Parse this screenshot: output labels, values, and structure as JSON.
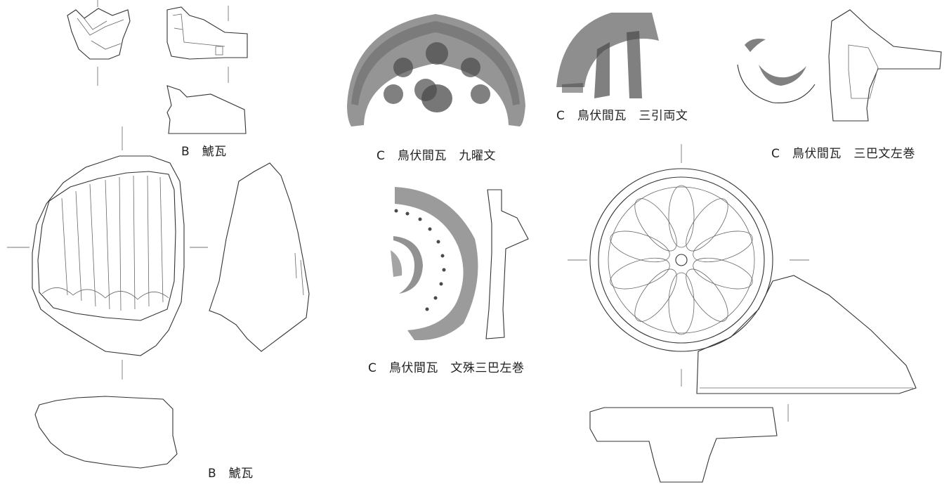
{
  "plate": {
    "captions": {
      "b_oniga_top": "B　鯱瓦",
      "c_kuyo": "C　鳥伏間瓦　九曜文",
      "c_mitsubiki": "C　鳥伏間瓦　三引両文",
      "c_mitsudomoe": "C　鳥伏間瓦　三巴文左巻",
      "c_monju": "C　鳥伏間瓦　文殊三巴左巻",
      "b_oniga_bottom": "B　鯱瓦"
    }
  }
}
